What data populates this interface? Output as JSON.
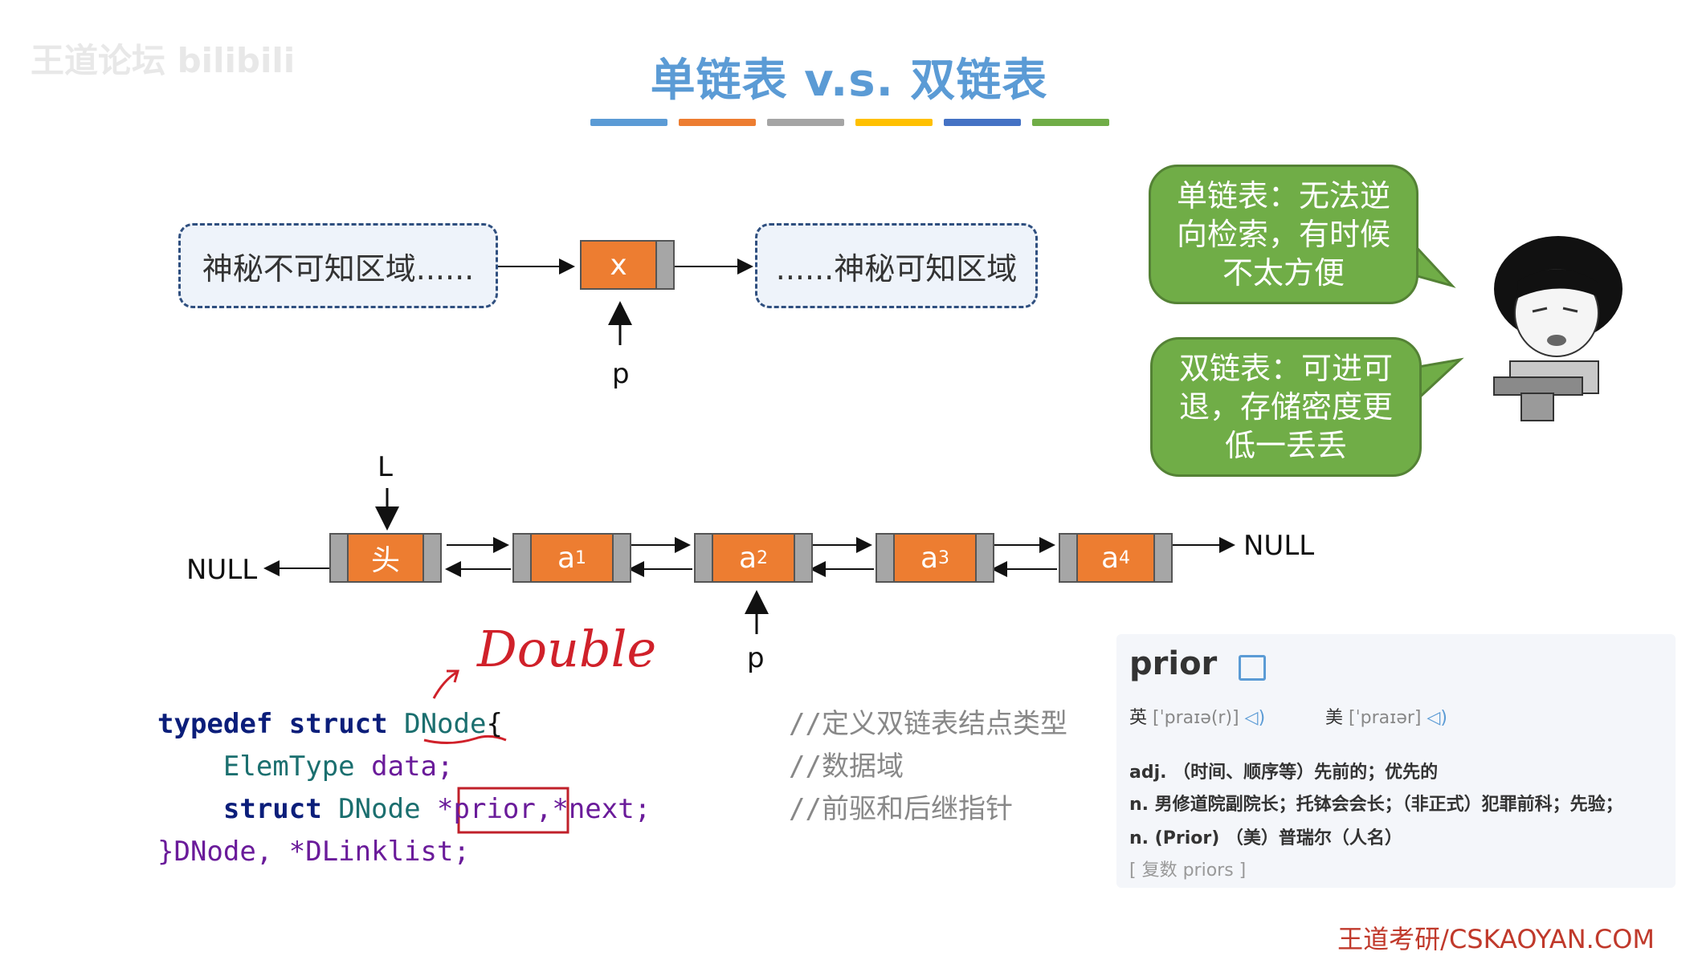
{
  "title": "单链表 v.s. 双链表",
  "watermark": "王道论坛 bilibili",
  "color_bars": [
    "#5B9BD5",
    "#ED7D31",
    "#A5A5A5",
    "#FFC000",
    "#4472C4",
    "#70AD47"
  ],
  "single_list": {
    "left_region": "神秘不可知区域......",
    "node_value": "x",
    "right_region": "......神秘可知区域",
    "pointer": "p"
  },
  "bubbles": {
    "single": "单链表：无法逆向检索，有时候不太方便",
    "single_lines": [
      "单链表：无法逆",
      "向检索，有时候",
      "不太方便"
    ],
    "double_lines": [
      "双链表：可进可",
      "退，存储密度更",
      "低一丢丢"
    ]
  },
  "double_list": {
    "head_pointer": "L",
    "left_null": "NULL",
    "right_null": "NULL",
    "head_label": "头",
    "nodes": [
      {
        "base": "a",
        "sub": "1"
      },
      {
        "base": "a",
        "sub": "2"
      },
      {
        "base": "a",
        "sub": "3"
      },
      {
        "base": "a",
        "sub": "4"
      }
    ],
    "pointer": "p"
  },
  "annotation": "Double",
  "code": {
    "line1_kw1": "typedef",
    "line1_kw2": "struct",
    "line1_type": "DNode",
    "line1_brace": "{",
    "line2_type": "ElemType",
    "line2_rest": " data;",
    "line3_kw": "struct",
    "line3_type": "DNode",
    "line3_prior": "*prior",
    "line3_rest": ",*next;",
    "line4": "}DNode, *DLinklist;"
  },
  "comments": [
    "//定义双链表结点类型",
    "//数据域",
    "//前驱和后继指针"
  ],
  "dictionary": {
    "word": "prior",
    "uk_label": "英",
    "uk_phonetic": "[ˈpraɪə(r)]",
    "us_label": "美",
    "us_phonetic": "[ˈpraɪər]",
    "line1": "adj. （时间、顺序等）先前的；优先的",
    "line2": "n. 男修道院副院长；托钵会会长；（非正式）犯罪前科；先验；",
    "line3": "n. (Prior) （美）普瑞尔（人名）",
    "line4": "[ 复数 priors ]"
  },
  "footer": "王道考研/CSKAOYAN.COM"
}
